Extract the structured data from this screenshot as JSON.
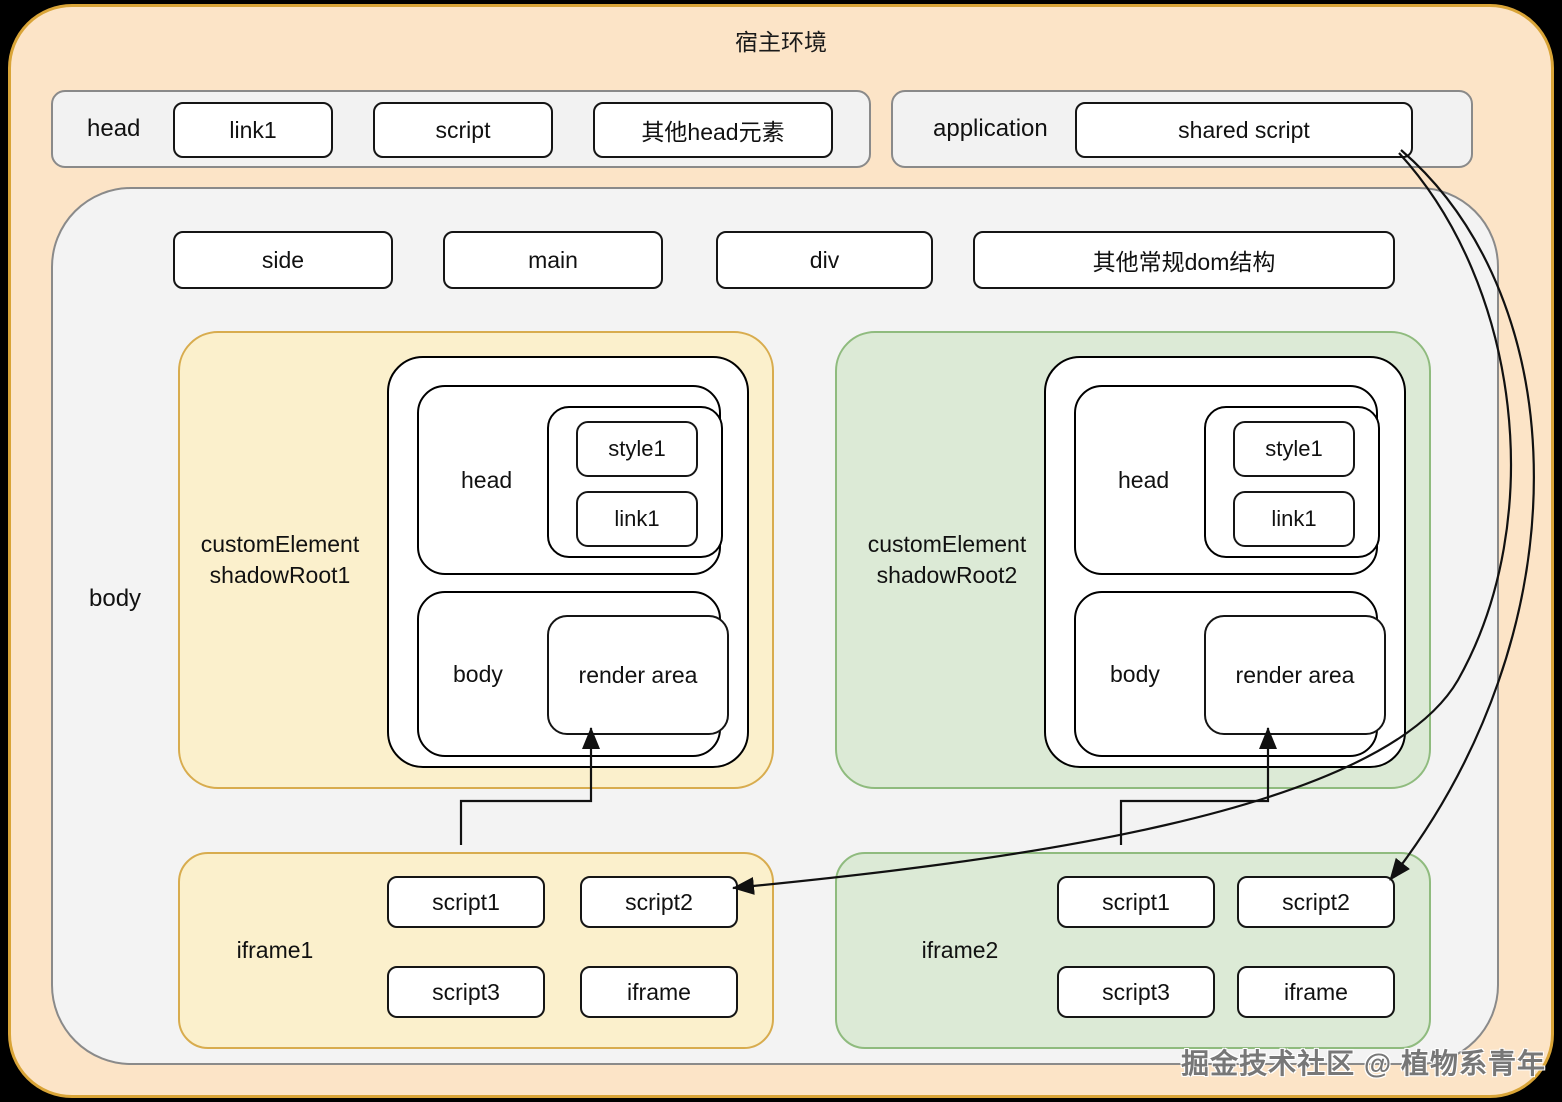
{
  "title": "宿主环境",
  "head_section": {
    "label": "head",
    "items": [
      "link1",
      "script",
      "其他head元素"
    ]
  },
  "application_section": {
    "label": "application",
    "shared_script": "shared script"
  },
  "body_section": {
    "label": "body",
    "dom_items": [
      "side",
      "main",
      "div",
      "其他常规dom结构"
    ],
    "shadow_roots": [
      {
        "title_line1": "customElement",
        "title_line2": "shadowRoot1",
        "head_label": "head",
        "head_items": [
          "style1",
          "link1"
        ],
        "body_label": "body",
        "render_area": "render area"
      },
      {
        "title_line1": "customElement",
        "title_line2": "shadowRoot2",
        "head_label": "head",
        "head_items": [
          "style1",
          "link1"
        ],
        "body_label": "body",
        "render_area": "render area"
      }
    ],
    "iframes": [
      {
        "label": "iframe1",
        "scripts": [
          "script1",
          "script2",
          "script3",
          "iframe"
        ]
      },
      {
        "label": "iframe2",
        "scripts": [
          "script1",
          "script2",
          "script3",
          "iframe"
        ]
      }
    ]
  },
  "watermark": "掘金技术社区 @ 植物系青年",
  "colors": {
    "host_fill": "#FCE4C7",
    "host_border": "#D9A437",
    "panel_fill": "#F2F2F2",
    "panel_border": "#8A8A8A",
    "body_fill": "#F3F3F3",
    "yellow_fill": "#FBF0CC",
    "yellow_border": "#D8AC4E",
    "green_fill": "#DCEAD6",
    "green_border": "#8FBB7E",
    "box_border": "#151515",
    "arrow": "#111111"
  }
}
